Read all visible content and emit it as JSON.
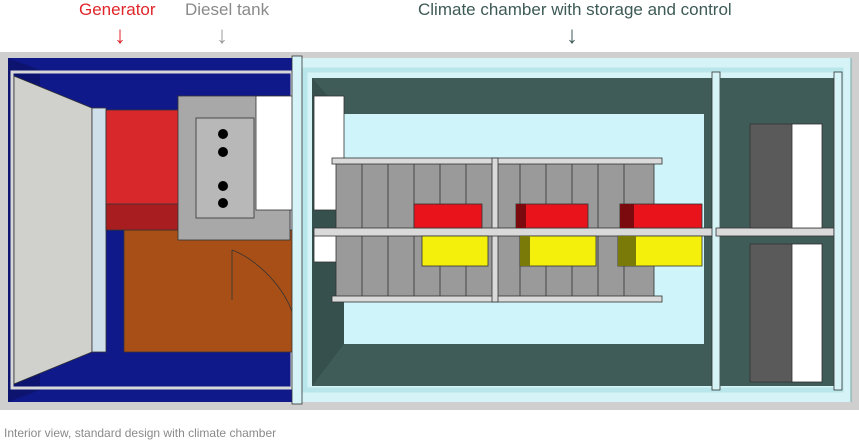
{
  "labels": {
    "generator": "Generator",
    "diesel_tank": "Diesel tank",
    "climate_chamber": "Climate chamber with storage and control"
  },
  "arrows": {
    "generator": "↓",
    "diesel_tank": "↓",
    "climate_chamber": "↓"
  },
  "caption": "Interior view, standard design with climate chamber",
  "colors": {
    "generator_red": "#e0262a",
    "diesel_grey": "#8a8a8a",
    "climate_green": "#3d5a56"
  }
}
